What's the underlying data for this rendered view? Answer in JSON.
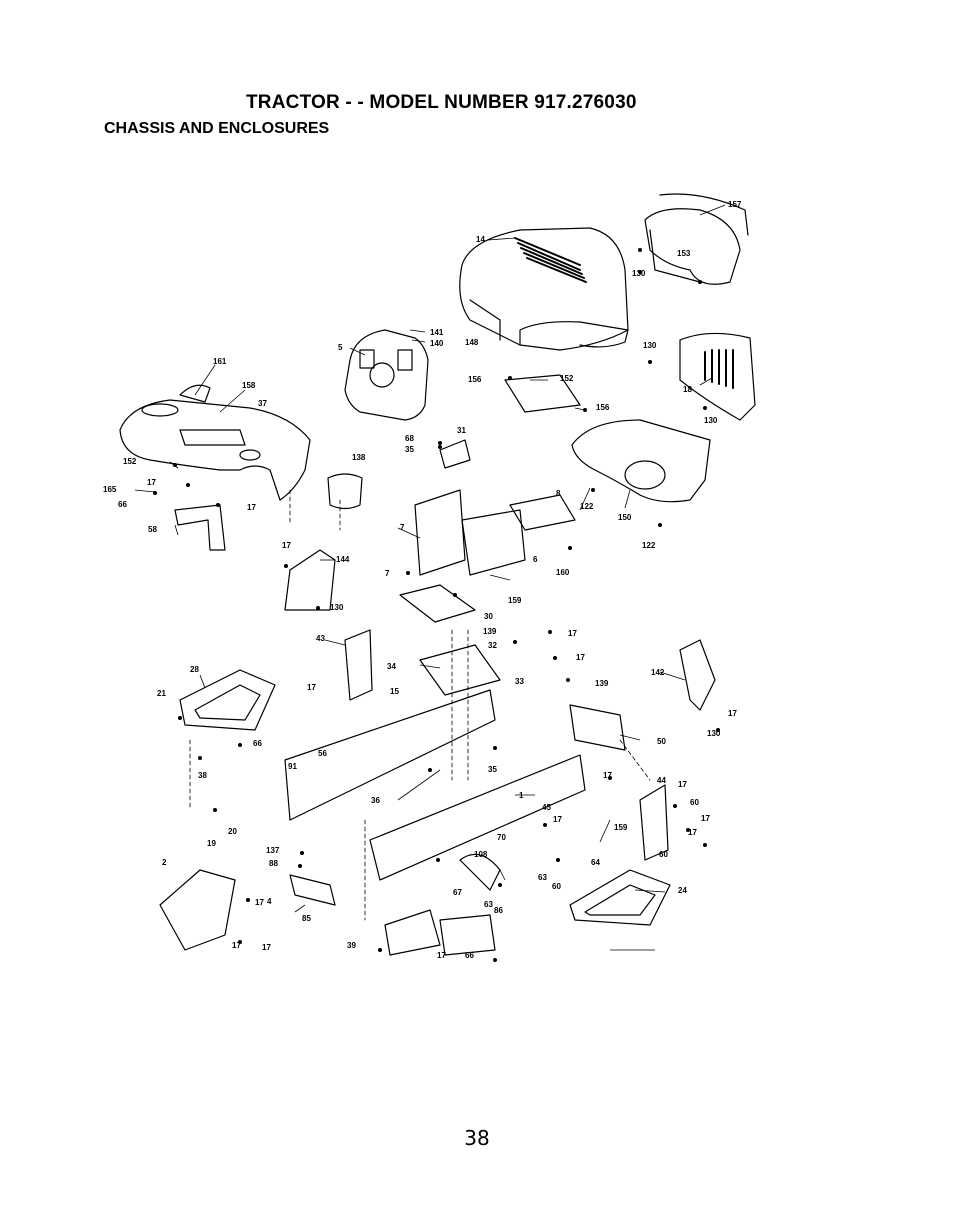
{
  "header": {
    "title": "TRACTOR - - MODEL NUMBER 917.276030",
    "subtitle": "CHASSIS AND ENCLOSURES"
  },
  "callouts": [
    "157",
    "14",
    "153",
    "130",
    "141",
    "140",
    "148",
    "5",
    "130",
    "152",
    "156",
    "18",
    "156",
    "130",
    "161",
    "158",
    "37",
    "31",
    "68",
    "35",
    "138",
    "152",
    "165",
    "17",
    "66",
    "17",
    "58",
    "8",
    "122",
    "150",
    "122",
    "7",
    "17",
    "144",
    "7",
    "6",
    "160",
    "130",
    "159",
    "30",
    "43",
    "139",
    "32",
    "17",
    "17",
    "142",
    "28",
    "34",
    "33",
    "139",
    "17",
    "21",
    "15",
    "56",
    "50",
    "130",
    "17",
    "17",
    "91",
    "35",
    "44",
    "17",
    "66",
    "38",
    "1",
    "60",
    "17",
    "17",
    "45",
    "17",
    "159",
    "20",
    "36",
    "19",
    "70",
    "137",
    "108",
    "60",
    "88",
    "60",
    "63",
    "64",
    "24",
    "2",
    "17",
    "67",
    "85",
    "4",
    "63",
    "17",
    "86",
    "17",
    "39",
    "17",
    "66"
  ],
  "page_number": "38"
}
